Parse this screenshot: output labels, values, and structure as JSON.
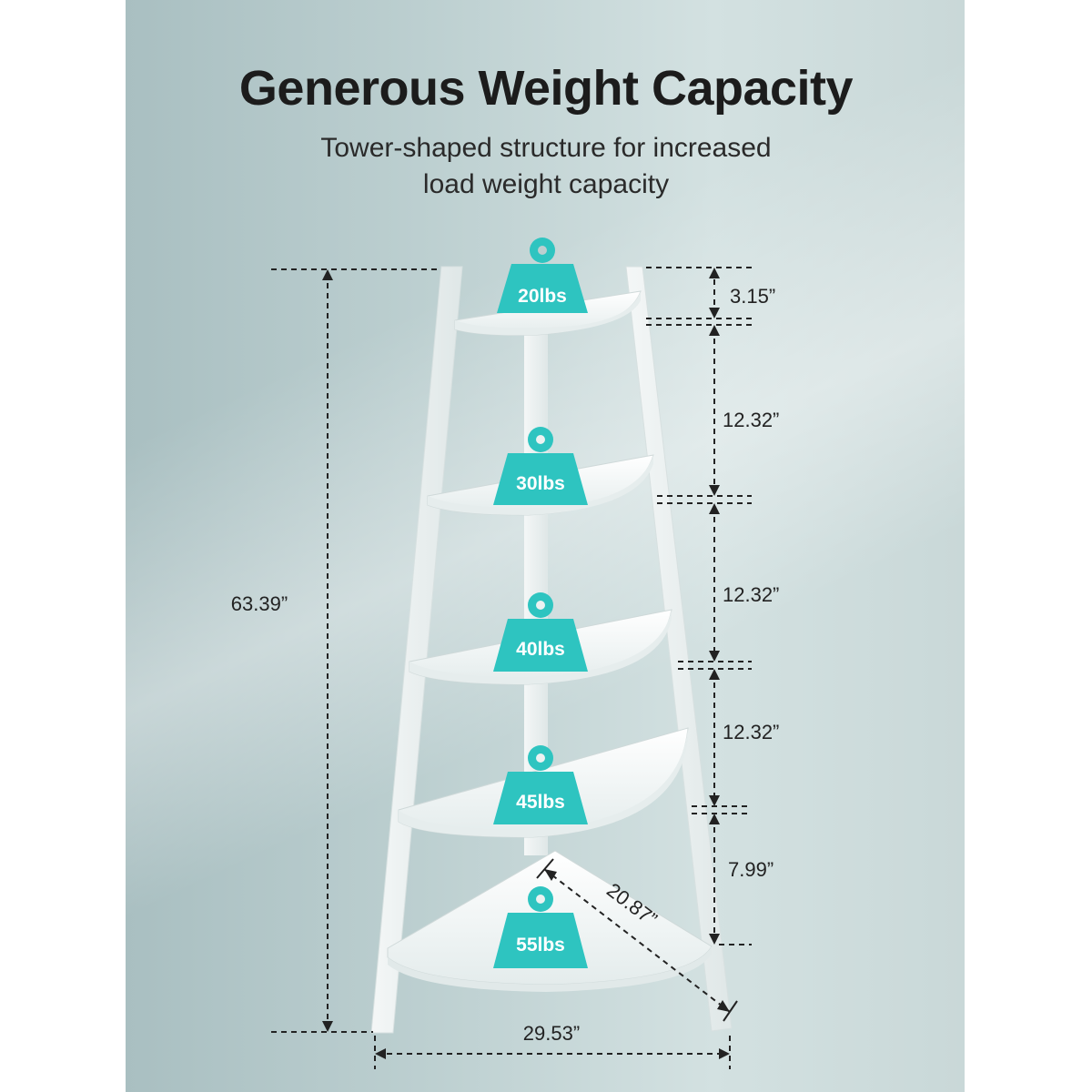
{
  "heading": {
    "title": "Generous Weight Capacity",
    "subtitle_line1": "Tower-shaped structure for increased",
    "subtitle_line2": "load weight capacity"
  },
  "colors": {
    "background": "#bccfd0",
    "weight_badge": "#2ec4c0",
    "shelf": "#ffffff",
    "dimension_line": "#222222"
  },
  "weight_icon": "kettlebell-weight-icon",
  "shelf_loads": [
    "20lbs",
    "30lbs",
    "40lbs",
    "45lbs",
    "55lbs"
  ],
  "dimensions": {
    "total_height": "63.39”",
    "top_gap": "3.15”",
    "gap_1": "12.32”",
    "gap_2": "12.32”",
    "gap_3": "12.32”",
    "bottom_gap": "7.99”",
    "shelf_depth": "20.87”",
    "base_width": "29.53”"
  }
}
